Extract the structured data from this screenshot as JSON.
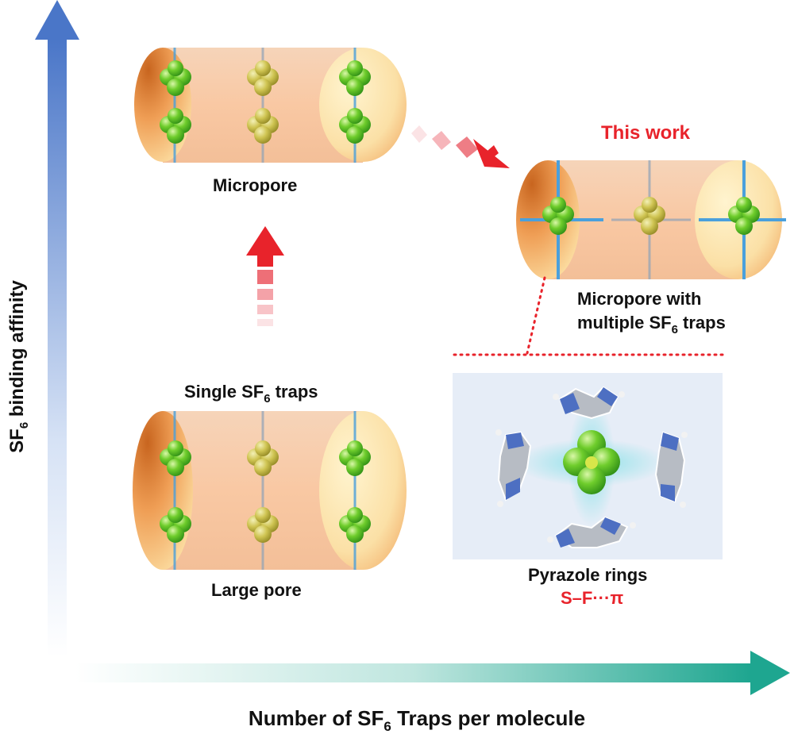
{
  "axes": {
    "y_label_main": "SF",
    "y_label_sub": "6",
    "y_label_rest": " binding affinity",
    "x_label_main": "Number of SF",
    "x_label_sub": "6",
    "x_label_rest": " Traps per molecule"
  },
  "pores": {
    "micropore": {
      "label": "Micropore"
    },
    "large_pore": {
      "label": "Large pore",
      "traps_label_main": "Single SF",
      "traps_label_sub": "6",
      "traps_label_rest": " traps"
    },
    "this_work": {
      "tag": "This work",
      "label_line1": "Micropore with",
      "label_line2_main": "multiple SF",
      "label_line2_sub": "6",
      "label_line2_rest": " traps"
    }
  },
  "inset": {
    "caption": "Pyrazole rings",
    "interaction": "S–F···π"
  },
  "colors": {
    "y_axis": "#4a76c8",
    "x_axis": "#1ea690",
    "accent_red": "#e8232b",
    "sf6_green": "#5cc22a",
    "sf6_olive": "#c9bf4a",
    "pore_body": "#f7c9a6",
    "pore_cap_dark": "#d97a2e",
    "pore_cap_light": "#fff0c0",
    "trap_blue": "#4aa0dc",
    "inset_bg": "#e6edf7"
  }
}
